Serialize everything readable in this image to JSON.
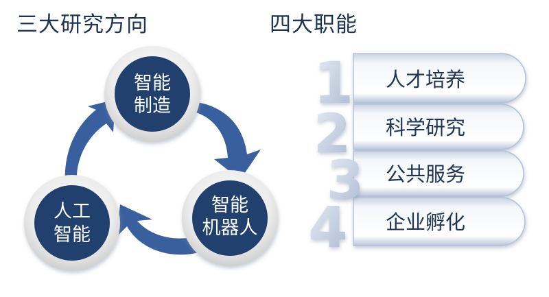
{
  "left_section": {
    "title": "三大研究方向",
    "nodes": [
      {
        "line1": "智能",
        "line2": "制造"
      },
      {
        "line1": "智能",
        "line2": "机器人"
      },
      {
        "line1": "人工",
        "line2": "智能"
      }
    ]
  },
  "right_section": {
    "title": "四大职能",
    "items": [
      {
        "number": "1",
        "label": "人才培养"
      },
      {
        "number": "2",
        "label": "科学研究"
      },
      {
        "number": "3",
        "label": "公共服务"
      },
      {
        "number": "4",
        "label": "企业孵化"
      }
    ]
  },
  "colors": {
    "primary_navy": "#243f6e",
    "arrow_blue": "#3a5f9e",
    "heading_text": "#1f3354",
    "ring_gray": "#e3e3e3",
    "bar_light": "#dfe6f0"
  }
}
